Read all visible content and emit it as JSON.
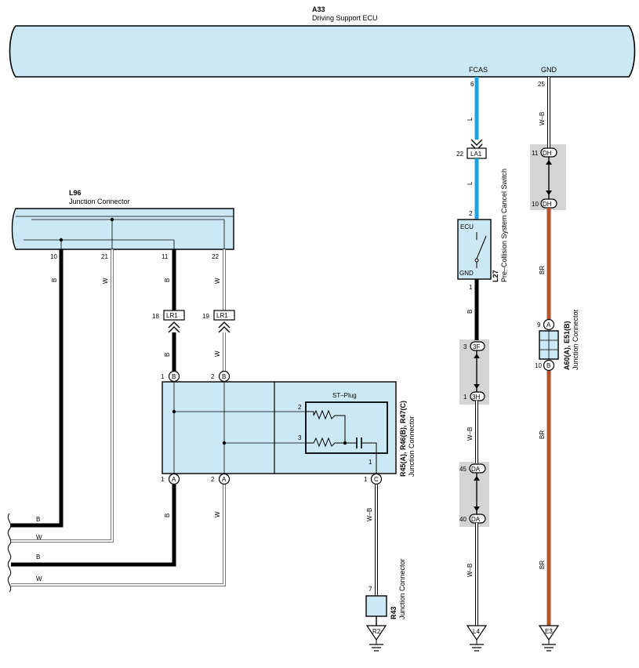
{
  "colors": {
    "ecu_fill": "#cce8f4",
    "wire_black": "#000000",
    "wire_blue": "#1aa3e0",
    "wire_brown": "#b0522a",
    "wire_white": "#ffffff",
    "highlight_gray": "#d4d4d4"
  },
  "ecu_a33": {
    "code": "A33",
    "name": "Driving Support ECU",
    "fcas_label": "FCAS",
    "gnd_label": "GND",
    "fcas_pin": "6",
    "gnd_pin": "25"
  },
  "conn_l96": {
    "code": "L96",
    "name": "Junction Connector",
    "pins": [
      "10",
      "21",
      "11",
      "22"
    ]
  },
  "switch_l27": {
    "code": "L27",
    "name": "Pre–Collision System Cancel Switch",
    "ecu_label": "ECU",
    "gnd_label": "GND",
    "pin_top": "2",
    "pin_bottom": "1"
  },
  "conn_r45": {
    "code": "R45(A), R46(B), R47(C)",
    "name": "Junction Connector",
    "plug_label": "ST–Plug",
    "inner_pins": [
      "2",
      "3",
      "1"
    ]
  },
  "conn_a60": {
    "code": "A60(A), E51(B)",
    "name": "Junction Connector"
  },
  "conn_r43": {
    "code": "R43",
    "name": "Junction Connector",
    "pin": "7"
  },
  "connectors": {
    "lr1_a": {
      "pin": "18",
      "code": "LR1"
    },
    "lr1_b": {
      "pin": "19",
      "code": "LR1"
    },
    "la1": {
      "pin": "22",
      "code": "LA1"
    },
    "dh_top": {
      "pin": "11",
      "code": "DH"
    },
    "dh_bottom": {
      "pin": "10",
      "code": "DH"
    },
    "sf": {
      "pin": "3",
      "code": "3F"
    },
    "sh": {
      "pin": "1",
      "code": "3H"
    },
    "da_top": {
      "pin": "45",
      "code": "DA"
    },
    "da_bottom": {
      "pin": "40",
      "code": "DA"
    }
  },
  "pins": {
    "b1": {
      "pin": "1",
      "letter": "B"
    },
    "b2": {
      "pin": "2",
      "letter": "B"
    },
    "a1": {
      "pin": "1",
      "letter": "A"
    },
    "a2": {
      "pin": "2",
      "letter": "A"
    },
    "c1": {
      "pin": "1",
      "letter": "C"
    },
    "a60_a": {
      "pin": "9",
      "letter": "A"
    },
    "a60_b": {
      "pin": "10",
      "letter": "B"
    }
  },
  "wire_colors": {
    "black": "B",
    "white": "W",
    "blue": "L",
    "white_black": "W–B",
    "brown": "BR"
  },
  "grounds": {
    "r2": "R2",
    "l4": "L4",
    "e3": "E3"
  }
}
